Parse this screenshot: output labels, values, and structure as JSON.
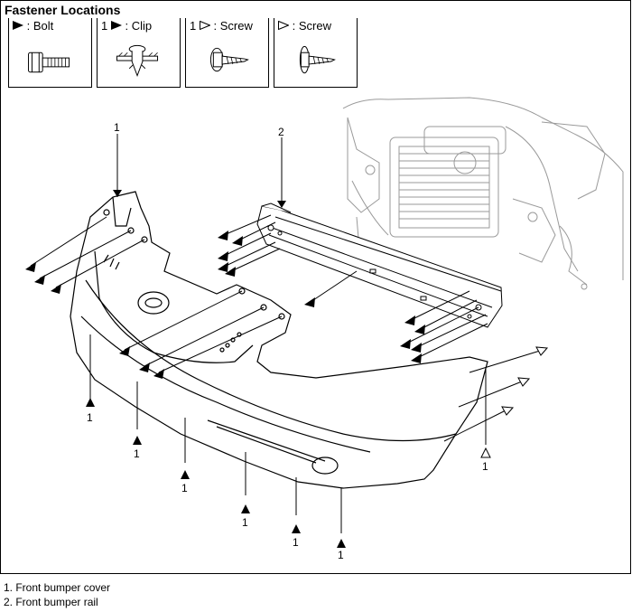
{
  "title": "Fastener Locations",
  "fasteners": [
    {
      "prefix": "",
      "symbol": "filled-arrow",
      "label": ": Bolt",
      "icon": "bolt-icon"
    },
    {
      "prefix": "1",
      "symbol": "filled-arrow",
      "label": ": Clip",
      "icon": "clip-icon"
    },
    {
      "prefix": "1",
      "symbol": "hollow-arrow",
      "label": ": Screw",
      "icon": "screw-icon"
    },
    {
      "prefix": "",
      "symbol": "hollow-arrow",
      "label": ": Screw",
      "icon": "screw-icon"
    }
  ],
  "callouts": {
    "one": "1",
    "two": "2"
  },
  "legend": [
    "1. Front bumper cover",
    "2. Front bumper rail"
  ],
  "colors": {
    "line": "#000000",
    "engine_bay": "#9a9a9a",
    "background": "#ffffff"
  }
}
